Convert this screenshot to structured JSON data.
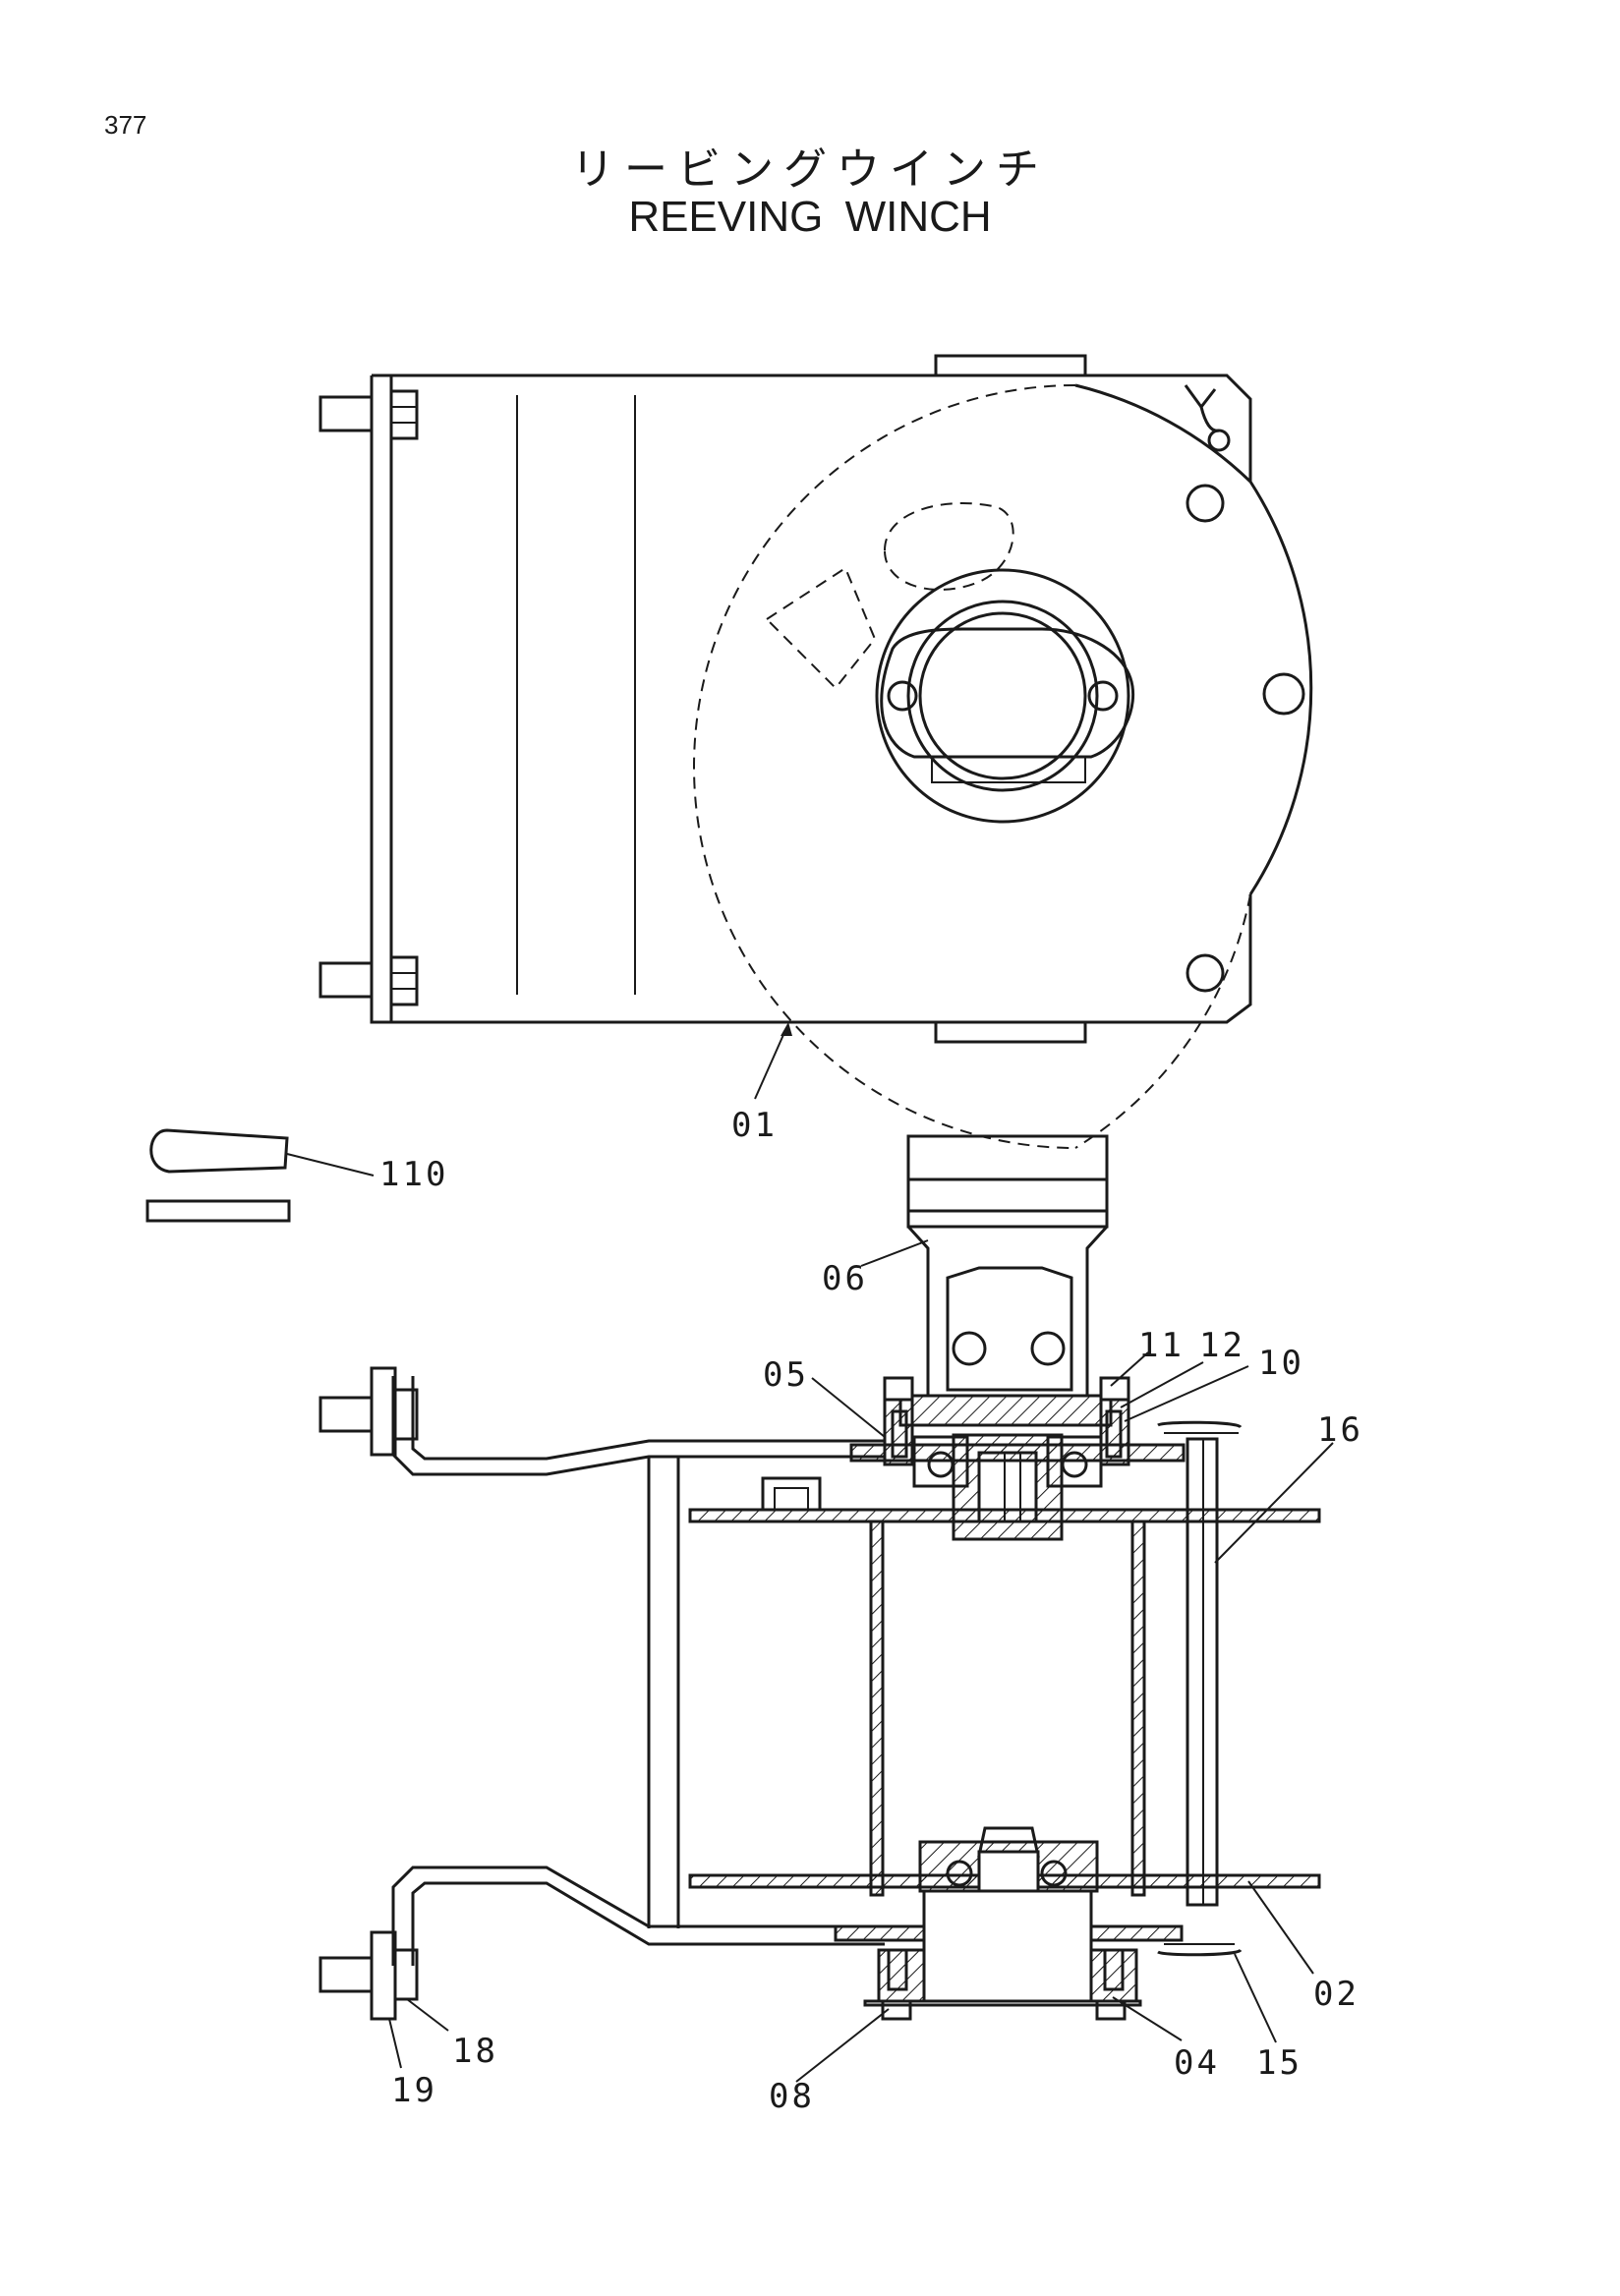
{
  "page": {
    "number": "377"
  },
  "title": {
    "japanese": "リービングウインチ",
    "english": "REEVING WINCH"
  },
  "part_labels": [
    {
      "id": "01",
      "text": "01"
    },
    {
      "id": "110",
      "text": "110"
    },
    {
      "id": "06",
      "text": "06"
    },
    {
      "id": "05",
      "text": "05"
    },
    {
      "id": "11",
      "text": "11"
    },
    {
      "id": "12",
      "text": "12"
    },
    {
      "id": "10",
      "text": "10"
    },
    {
      "id": "16",
      "text": "16"
    },
    {
      "id": "02",
      "text": "02"
    },
    {
      "id": "15",
      "text": "15"
    },
    {
      "id": "04",
      "text": "04"
    },
    {
      "id": "08",
      "text": "08"
    },
    {
      "id": "18",
      "text": "18"
    },
    {
      "id": "19",
      "text": "19"
    }
  ]
}
